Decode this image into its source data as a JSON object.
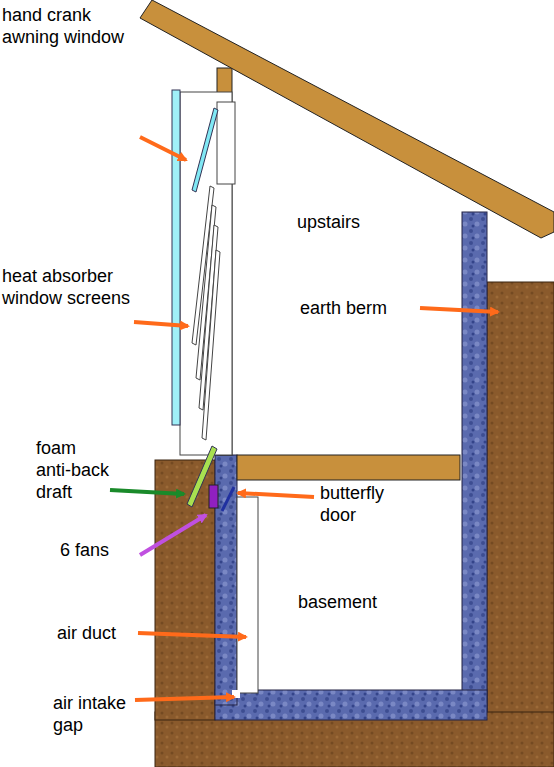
{
  "diagram": {
    "labels": [
      "hand crank awning window",
      "heat absorber window screens",
      "upstairs",
      "earth berm",
      "foam anti-back draft",
      "butterfly door",
      "6 fans",
      "basement",
      "air duct",
      "air intake gap"
    ]
  }
}
